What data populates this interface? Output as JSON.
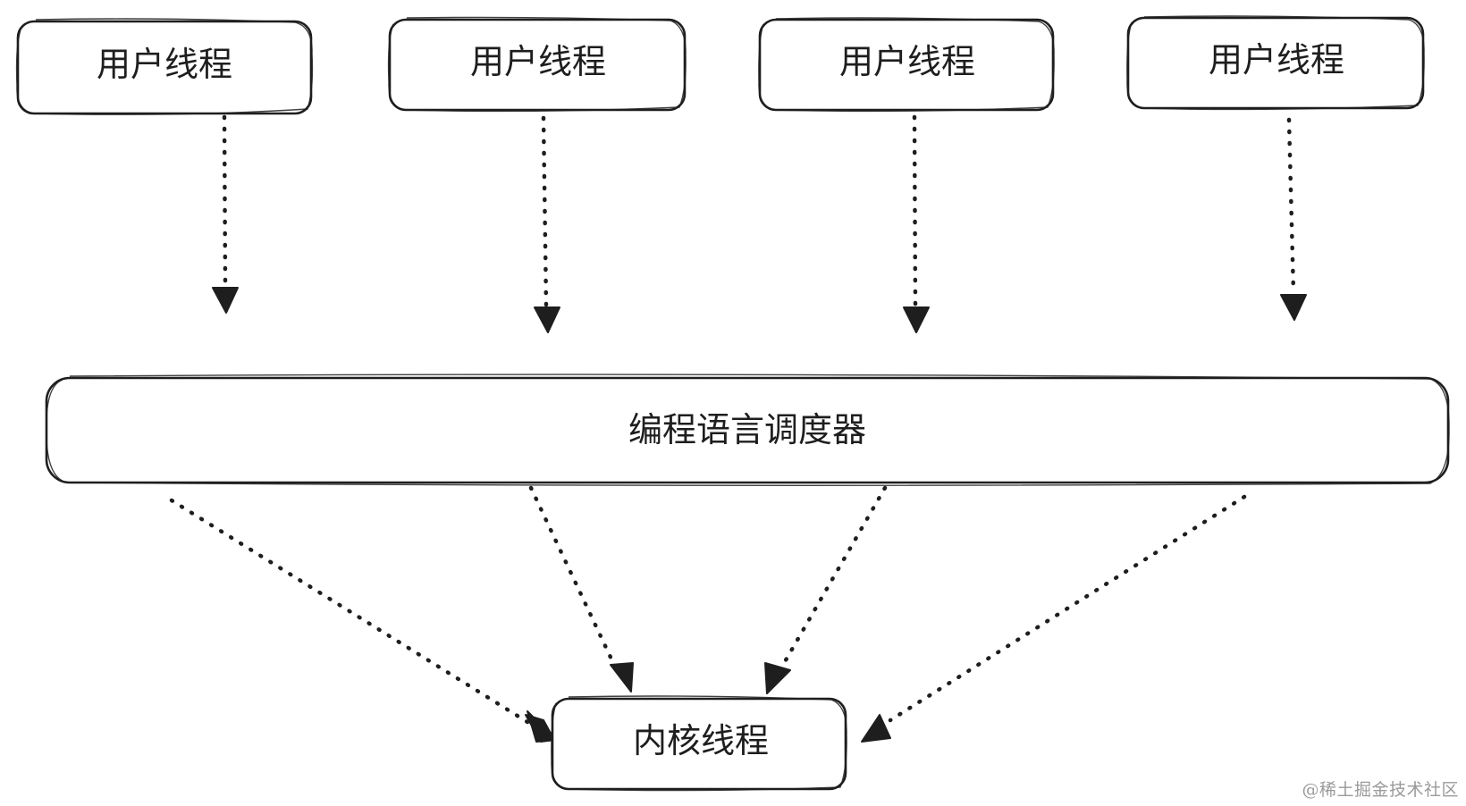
{
  "nodes": {
    "user_threads": [
      {
        "label": "用户线程"
      },
      {
        "label": "用户线程"
      },
      {
        "label": "用户线程"
      },
      {
        "label": "用户线程"
      }
    ],
    "scheduler": {
      "label": "编程语言调度器"
    },
    "kernel_thread": {
      "label": "内核线程"
    }
  },
  "edges": [
    {
      "from": "user_thread_1",
      "to": "scheduler",
      "style": "dotted"
    },
    {
      "from": "user_thread_2",
      "to": "scheduler",
      "style": "dotted"
    },
    {
      "from": "user_thread_3",
      "to": "scheduler",
      "style": "dotted"
    },
    {
      "from": "user_thread_4",
      "to": "scheduler",
      "style": "dotted"
    },
    {
      "from": "scheduler",
      "to": "kernel_thread",
      "style": "dotted"
    },
    {
      "from": "scheduler",
      "to": "kernel_thread",
      "style": "dotted"
    },
    {
      "from": "scheduler",
      "to": "kernel_thread",
      "style": "dotted"
    },
    {
      "from": "scheduler",
      "to": "kernel_thread",
      "style": "dotted"
    }
  ],
  "colors": {
    "stroke": "#1e1e1e",
    "background": "#ffffff",
    "watermark": "#9a9a9a"
  },
  "watermark": "@稀土掘金技术社区"
}
